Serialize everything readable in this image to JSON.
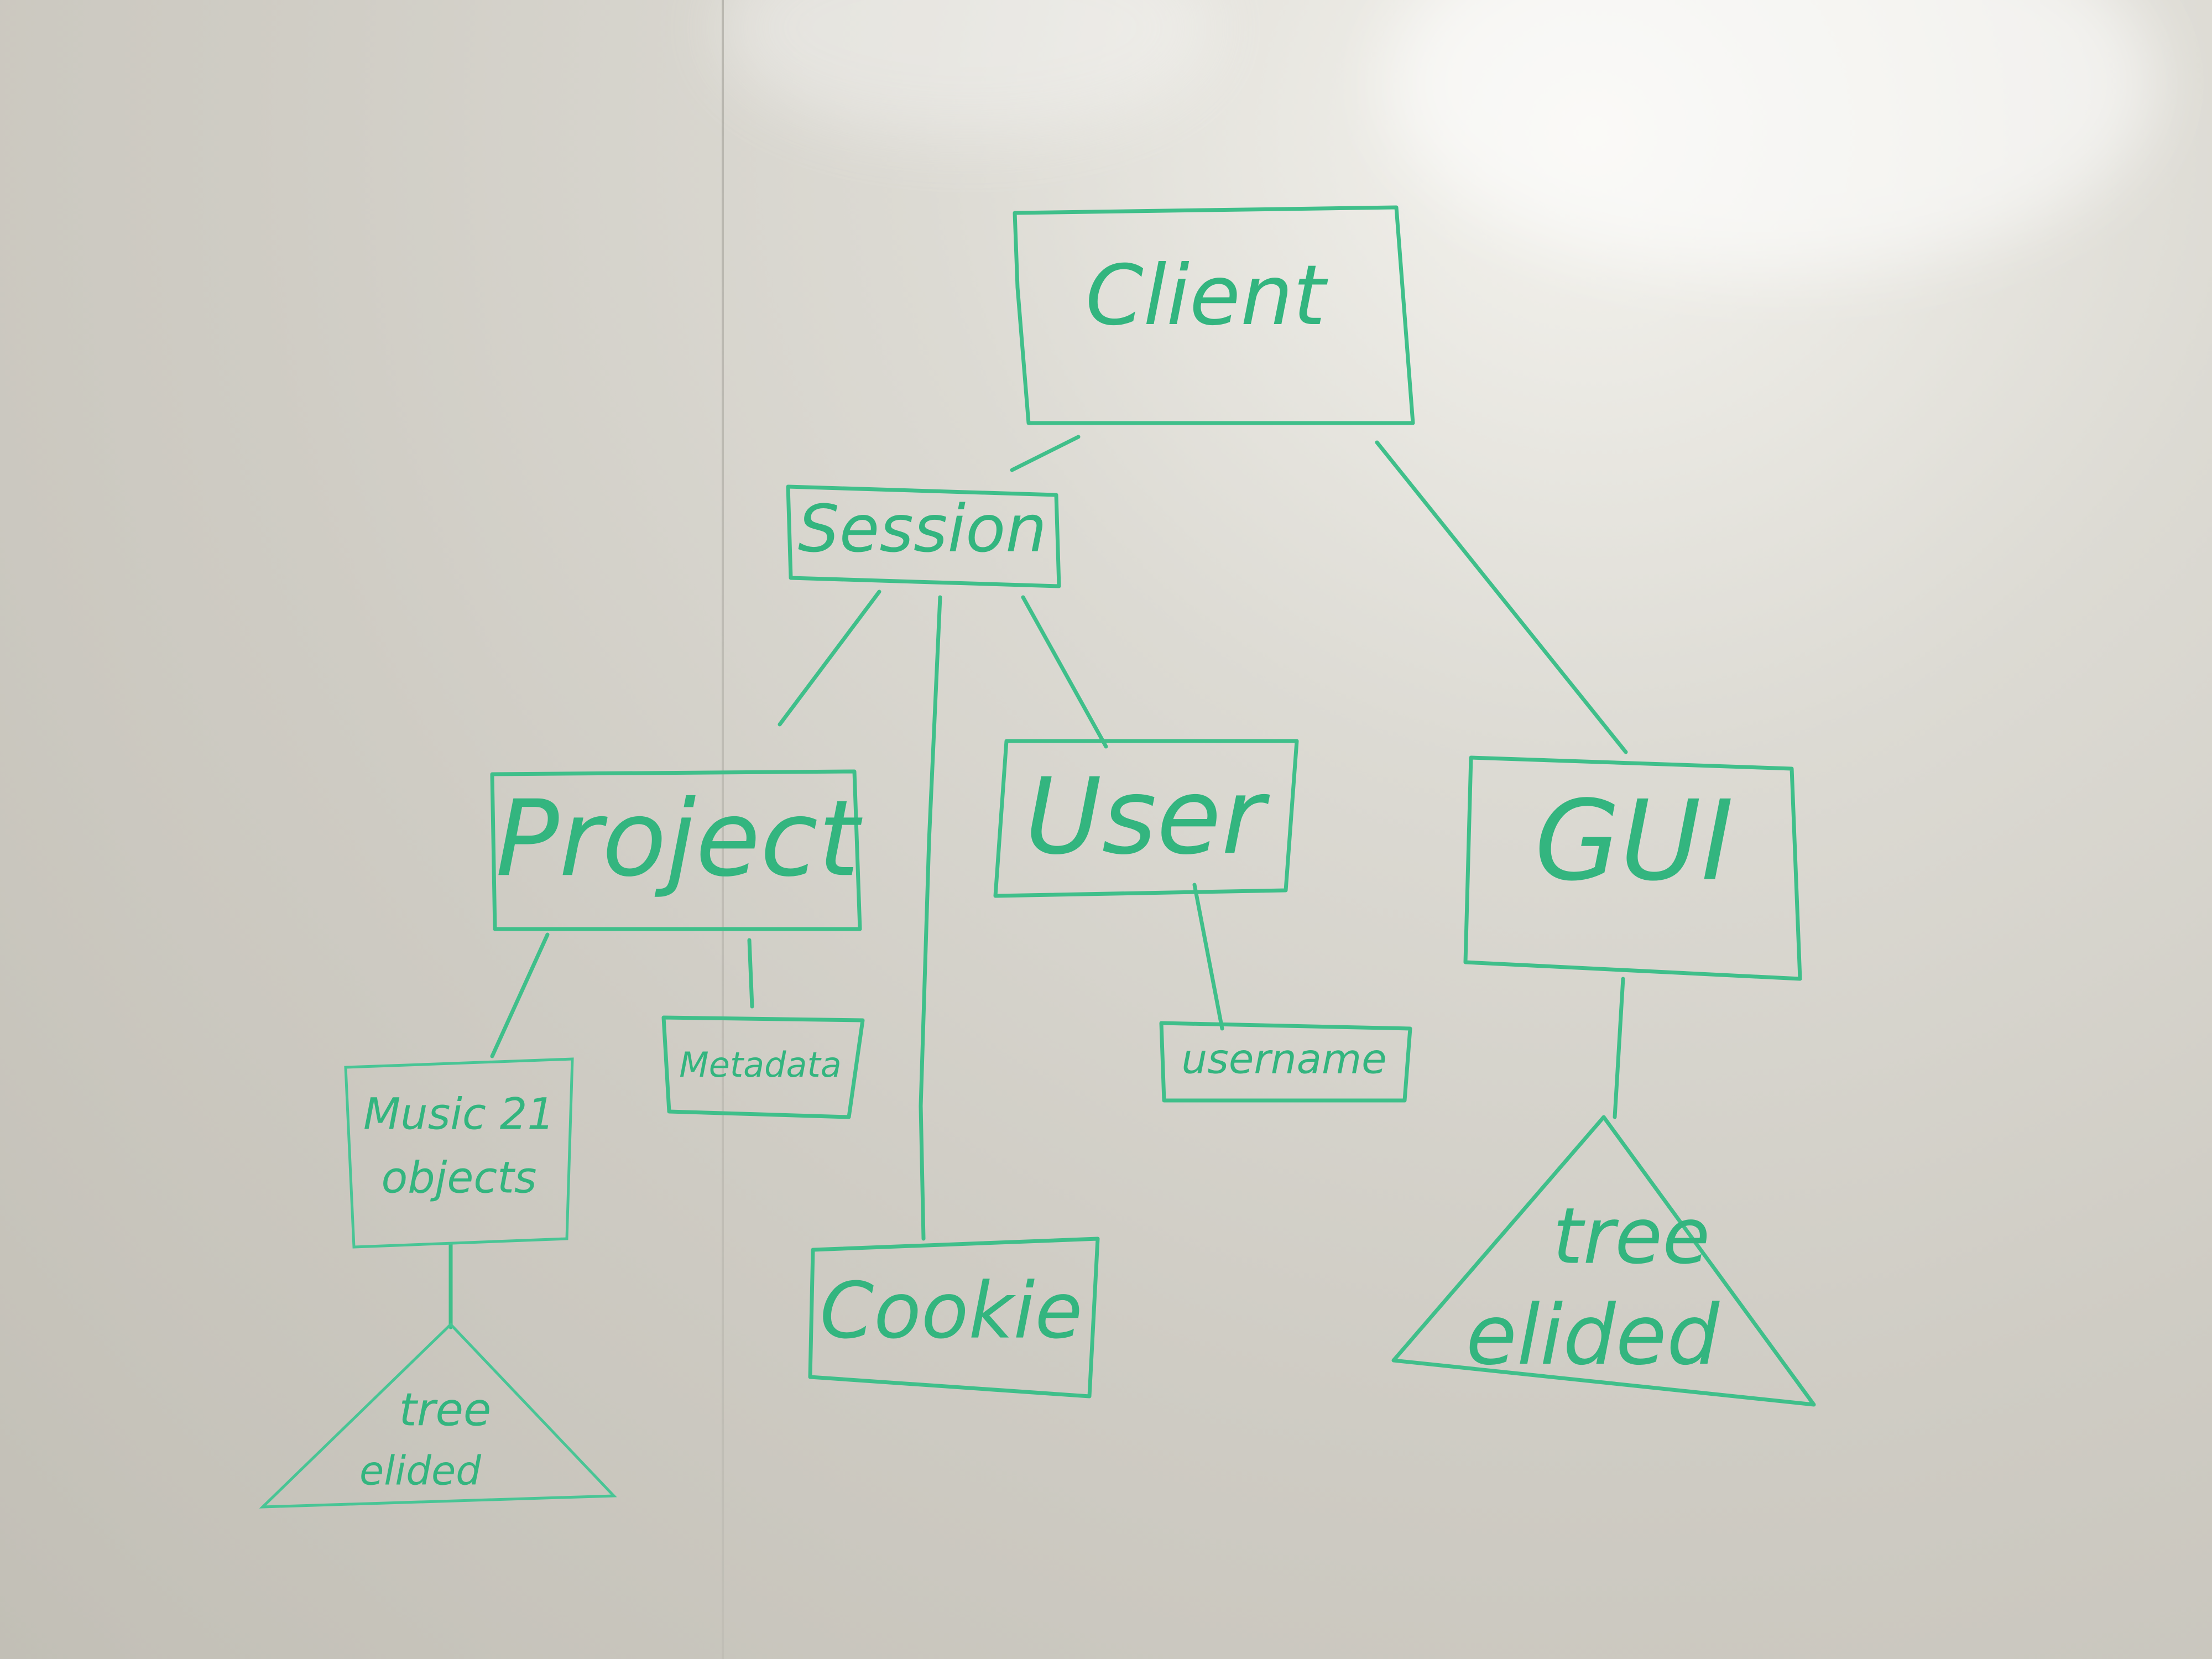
{
  "diagram": {
    "nodes": {
      "client": "Client",
      "session": "Session",
      "project": "Project",
      "user": "User",
      "gui": "GUI",
      "metadata": "Metadata",
      "music21_line1": "Music 21",
      "music21_line2": "objects",
      "username": "username",
      "cookie": "Cookie",
      "tree_small_line1": "tree",
      "tree_small_line2": "elided",
      "tree_large_line1": "tree",
      "tree_large_line2": "elided"
    },
    "ink_color": "#3fbf8a",
    "board_color": "#d6d4cd"
  }
}
